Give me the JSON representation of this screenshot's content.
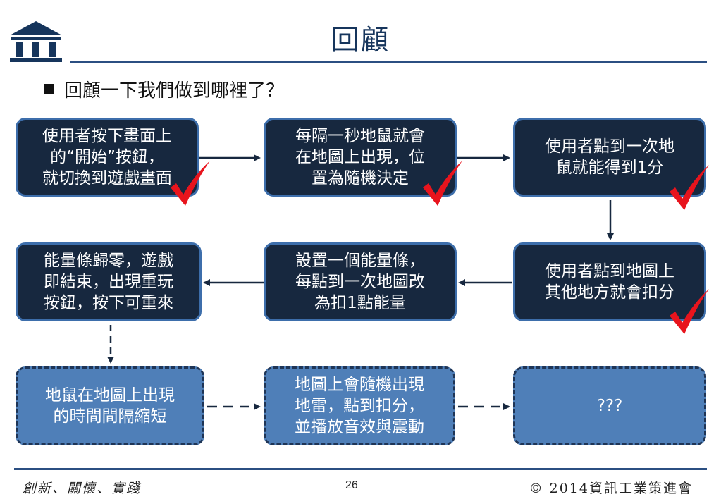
{
  "slide": {
    "title": "回顧",
    "bullet": "回顧一下我們做到哪裡了？"
  },
  "boxes": [
    {
      "id": "b1",
      "text": "使用者按下畫面上\n的“開始”按鈕，\n就切換到遊戲畫面",
      "style": "dark",
      "checked": true
    },
    {
      "id": "b2",
      "text": "每隔一秒地鼠就會\n在地圖上出現，位\n置為隨機決定",
      "style": "dark",
      "checked": true
    },
    {
      "id": "b3",
      "text": "使用者點到一次地\n鼠就能得到1分",
      "style": "dark",
      "checked": true
    },
    {
      "id": "b4",
      "text": "使用者點到地圖上\n其他地方就會扣分",
      "style": "dark",
      "checked": true
    },
    {
      "id": "b5",
      "text": "設置一個能量條，\n每點到一次地圖改\n為扣1點能量",
      "style": "dark",
      "checked": false
    },
    {
      "id": "b6",
      "text": "能量條歸零，遊戲\n即結束，出現重玩\n按鈕，按下可重來",
      "style": "dark",
      "checked": false
    },
    {
      "id": "b7",
      "text": "地鼠在地圖上出現\n的時間間隔縮短",
      "style": "light",
      "checked": false
    },
    {
      "id": "b8",
      "text": "地圖上會隨機出現\n地雷，點到扣分，\n並播放音效與震動",
      "style": "light",
      "checked": false
    },
    {
      "id": "b9",
      "text": "???",
      "style": "light",
      "checked": false
    }
  ],
  "footer": {
    "left": "創新、關懷、實踐",
    "page": "26",
    "right": "© 2014資訊工業策進會"
  },
  "colors": {
    "dark_box": "#17283f",
    "light_box": "#4f7fb8",
    "accent": "#2b4f82",
    "check": "#e8141d"
  }
}
